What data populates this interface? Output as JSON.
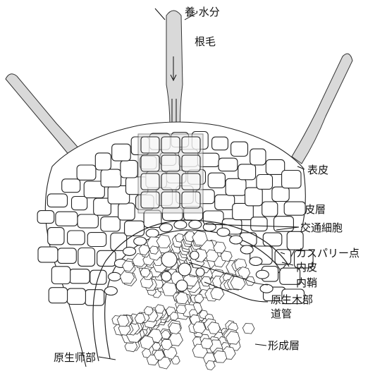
{
  "labels": {
    "nutrients_water": "養·水分",
    "root_hair": "根毛",
    "epidermis": "表皮",
    "cortex": "皮層",
    "passage_cell": "交通細胞",
    "casparian_strip": "カスパリー点",
    "endodermis": "内皮",
    "pericycle": "内鞘",
    "protoxylem": "原生木部",
    "vessel": "道管",
    "cambium": "形成層",
    "protophloem": "原生师部"
  },
  "colors": {
    "ink": "#111111",
    "stipple": "#d9d9d9",
    "background": "#ffffff"
  }
}
